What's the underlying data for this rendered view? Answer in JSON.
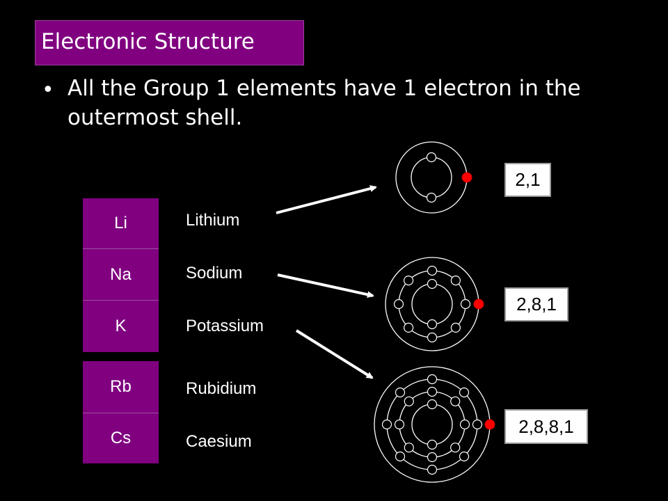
{
  "title": "Electronic Structure",
  "bullet": "All the Group 1 elements have 1 electron in the outermost shell.",
  "elements": [
    {
      "symbol": "Li",
      "name": "Lithium"
    },
    {
      "symbol": "Na",
      "name": "Sodium"
    },
    {
      "symbol": "K",
      "name": "Potassium"
    },
    {
      "symbol": "Rb",
      "name": "Rubidium"
    },
    {
      "symbol": "Cs",
      "name": "Caesium"
    }
  ],
  "configs": [
    "2,1",
    "2,8,1",
    "2,8,8,1"
  ],
  "colors": {
    "title_bg": "#800080",
    "cell_bg": "#800080",
    "outer_electron": "#ff0000"
  },
  "atoms": [
    {
      "element": "Li",
      "shells": [
        2,
        1
      ]
    },
    {
      "element": "Na",
      "shells": [
        2,
        8,
        1
      ]
    },
    {
      "element": "K",
      "shells": [
        2,
        8,
        8,
        1
      ]
    }
  ]
}
